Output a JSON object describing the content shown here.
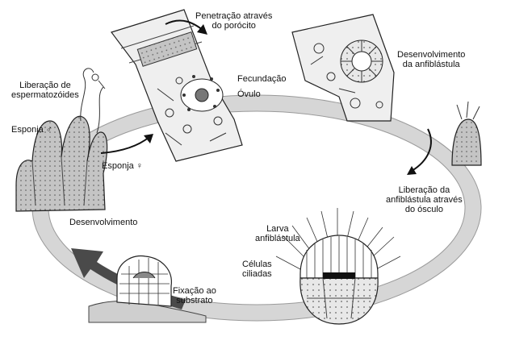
{
  "labels": {
    "penetracao": [
      "Penetração através",
      "do porócito"
    ],
    "desenvolvimento_anfiblastula": [
      "Desenvolvimento",
      "da anfiblástula"
    ],
    "liberacao_espermatozoides": [
      "Liberação de",
      "espermatozóides"
    ],
    "fecundacao": "Fecundação",
    "ovulo": "Óvulo",
    "esponja_macho": "Esponja ♂",
    "esponja_femea": "Esponja ♀",
    "liberacao_anfiblastula": [
      "Liberação da",
      "anfiblástula através",
      "do ósculo"
    ],
    "desenvolvimento": "Desenvolvimento",
    "larva_anfiblastula": [
      "Larva",
      "anfiblástula"
    ],
    "celulas_ciliadas": [
      "Células",
      "ciliadas"
    ],
    "fixacao": [
      "Fixação ao",
      "substrato"
    ]
  },
  "colors": {
    "ring": "#d6d6d6",
    "arrow": "#4a4a4a",
    "ink": "#1a1a1a",
    "sponge": "#bdbdbd"
  }
}
